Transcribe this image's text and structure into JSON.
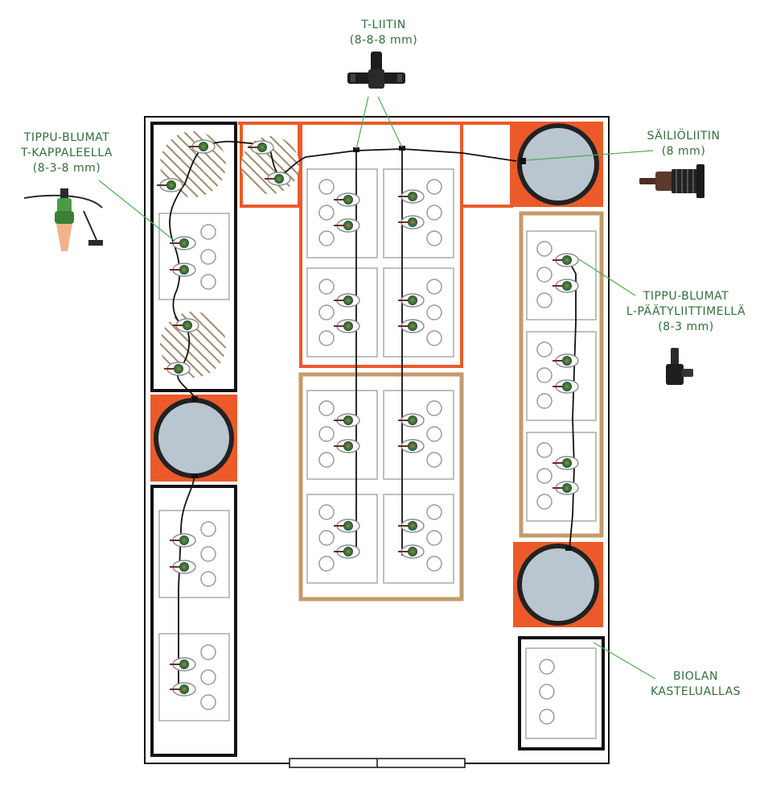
{
  "labels": {
    "t_liitin": {
      "title": "T-LIITIN",
      "spec": "(8-8-8 mm)"
    },
    "tippu_t": {
      "line1": "TIPPU-BLUMAT",
      "line2": "T-KAPPALEELLA",
      "spec": "(8-3-8 mm)"
    },
    "sailioliitin": {
      "title": "SÄILIÖLIITIN",
      "spec": "(8 mm)"
    },
    "tippu_l": {
      "line1": "TIPPU-BLUMAT",
      "line2": "L-PÄÄTYLIITTIMELLÄ",
      "spec": "(8-3 mm)"
    },
    "biolan": {
      "line1": "BIOLAN",
      "line2": "KASTELUALLAS"
    }
  },
  "colors": {
    "label_green": "#2f6f3a",
    "orange": "#ec5a2a",
    "tan": "#c39b6c",
    "black": "#111111",
    "tub_gray": "#b9c6cf",
    "stake_green": "#2f7d3e",
    "hatch": "#a08b6a"
  }
}
